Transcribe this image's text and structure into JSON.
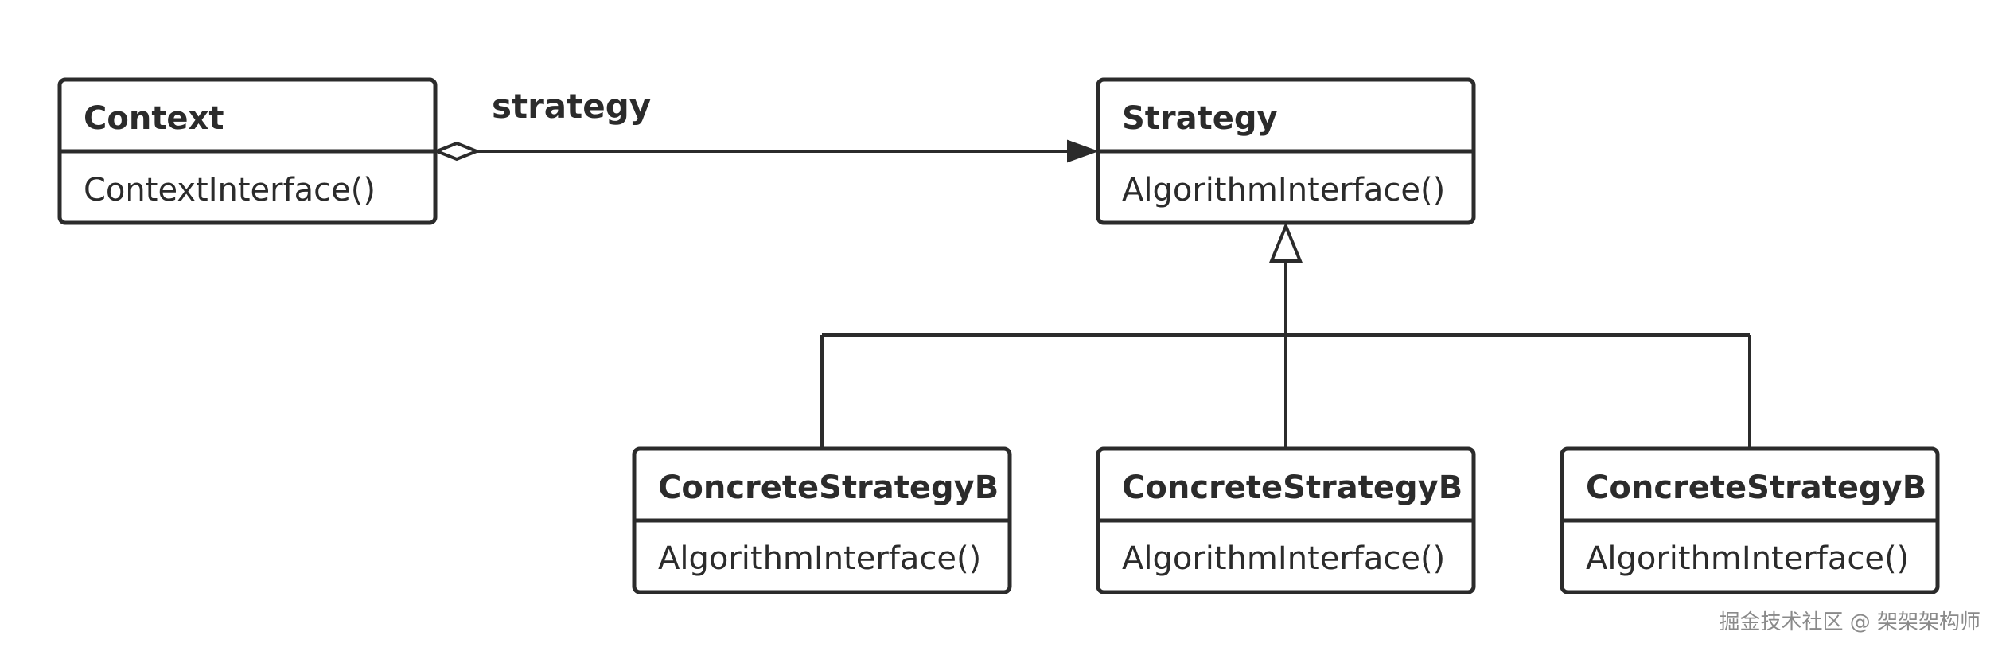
{
  "classes": {
    "context": {
      "name": "Context",
      "method": "ContextInterface()"
    },
    "strategy": {
      "name": "Strategy",
      "method": "AlgorithmInterface()"
    },
    "concrete_1": {
      "name": "ConcreteStrategyB",
      "method": "AlgorithmInterface()"
    },
    "concrete_2": {
      "name": "ConcreteStrategyB",
      "method": "AlgorithmInterface()"
    },
    "concrete_3": {
      "name": "ConcreteStrategyB",
      "method": "AlgorithmInterface()"
    }
  },
  "relations": {
    "aggregation_label": "strategy"
  },
  "watermark": "掘金技术社区 @ 架架架构师",
  "colors": {
    "stroke": "#2b2b2b",
    "background": "#ffffff",
    "watermark": "#8a8a8a"
  }
}
